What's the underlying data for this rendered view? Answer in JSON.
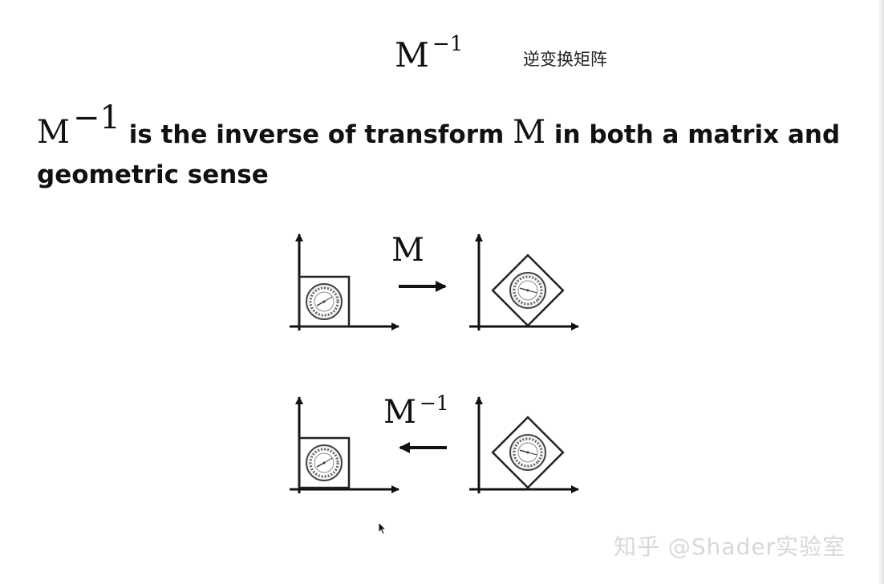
{
  "title": {
    "matrix": "M",
    "superscript": "−1",
    "note": "逆变换矩阵"
  },
  "statement": {
    "matrix_inverse": "M",
    "superscript": "−1",
    "text_1": " is the inverse of transform ",
    "matrix": "M",
    "text_2": " in both a matrix and geometric sense"
  },
  "diagram": {
    "forward_label": "M",
    "inverse_label": "M",
    "inverse_superscript": "−1"
  },
  "watermark": "知乎 @Shader实验室"
}
